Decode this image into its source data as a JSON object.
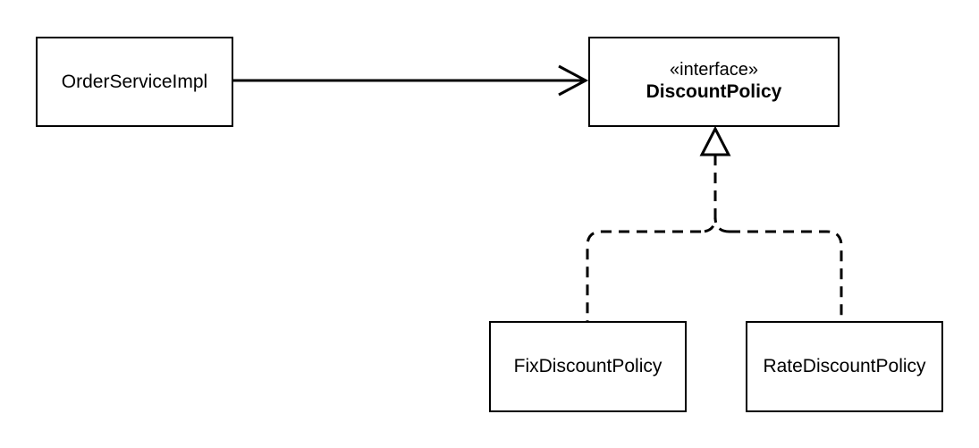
{
  "diagram": {
    "type": "uml-class-diagram",
    "nodes": [
      {
        "id": "order-service-impl",
        "label": "OrderServiceImpl"
      },
      {
        "id": "discount-policy",
        "stereotype": "«interface»",
        "label": "DiscountPolicy"
      },
      {
        "id": "fix-discount-policy",
        "label": "FixDiscountPolicy"
      },
      {
        "id": "rate-discount-policy",
        "label": "RateDiscountPolicy"
      }
    ],
    "edges": [
      {
        "from": "order-service-impl",
        "to": "discount-policy",
        "kind": "dependency",
        "style": "solid",
        "head": "open-arrow"
      },
      {
        "from": "fix-discount-policy",
        "to": "discount-policy",
        "kind": "realization",
        "style": "dashed",
        "head": "hollow-triangle"
      },
      {
        "from": "rate-discount-policy",
        "to": "discount-policy",
        "kind": "realization",
        "style": "dashed",
        "head": "hollow-triangle"
      }
    ],
    "colors": {
      "stroke": "#000000",
      "background": "#ffffff"
    }
  }
}
